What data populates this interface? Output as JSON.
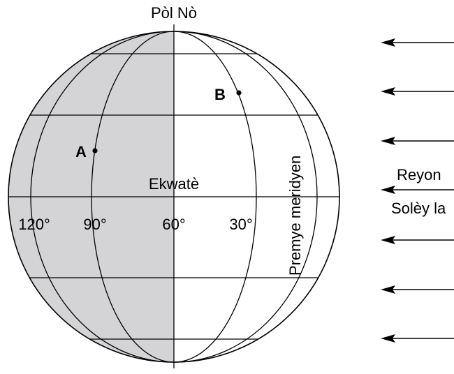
{
  "diagram": {
    "north_pole_label": "Pòl Nò",
    "equator_label": "Ekwatè",
    "prime_meridian_label": "Premye meridyen",
    "sun_rays_label_line1": "Reyon",
    "sun_rays_label_line2": "Solèy la",
    "point_a_label": "A",
    "point_b_label": "B",
    "longitude_labels": [
      "120°",
      "90°",
      "60°",
      "30°"
    ],
    "colors": {
      "night_side": "#d4d4d6",
      "line": "#000000",
      "background": "#ffffff"
    }
  }
}
